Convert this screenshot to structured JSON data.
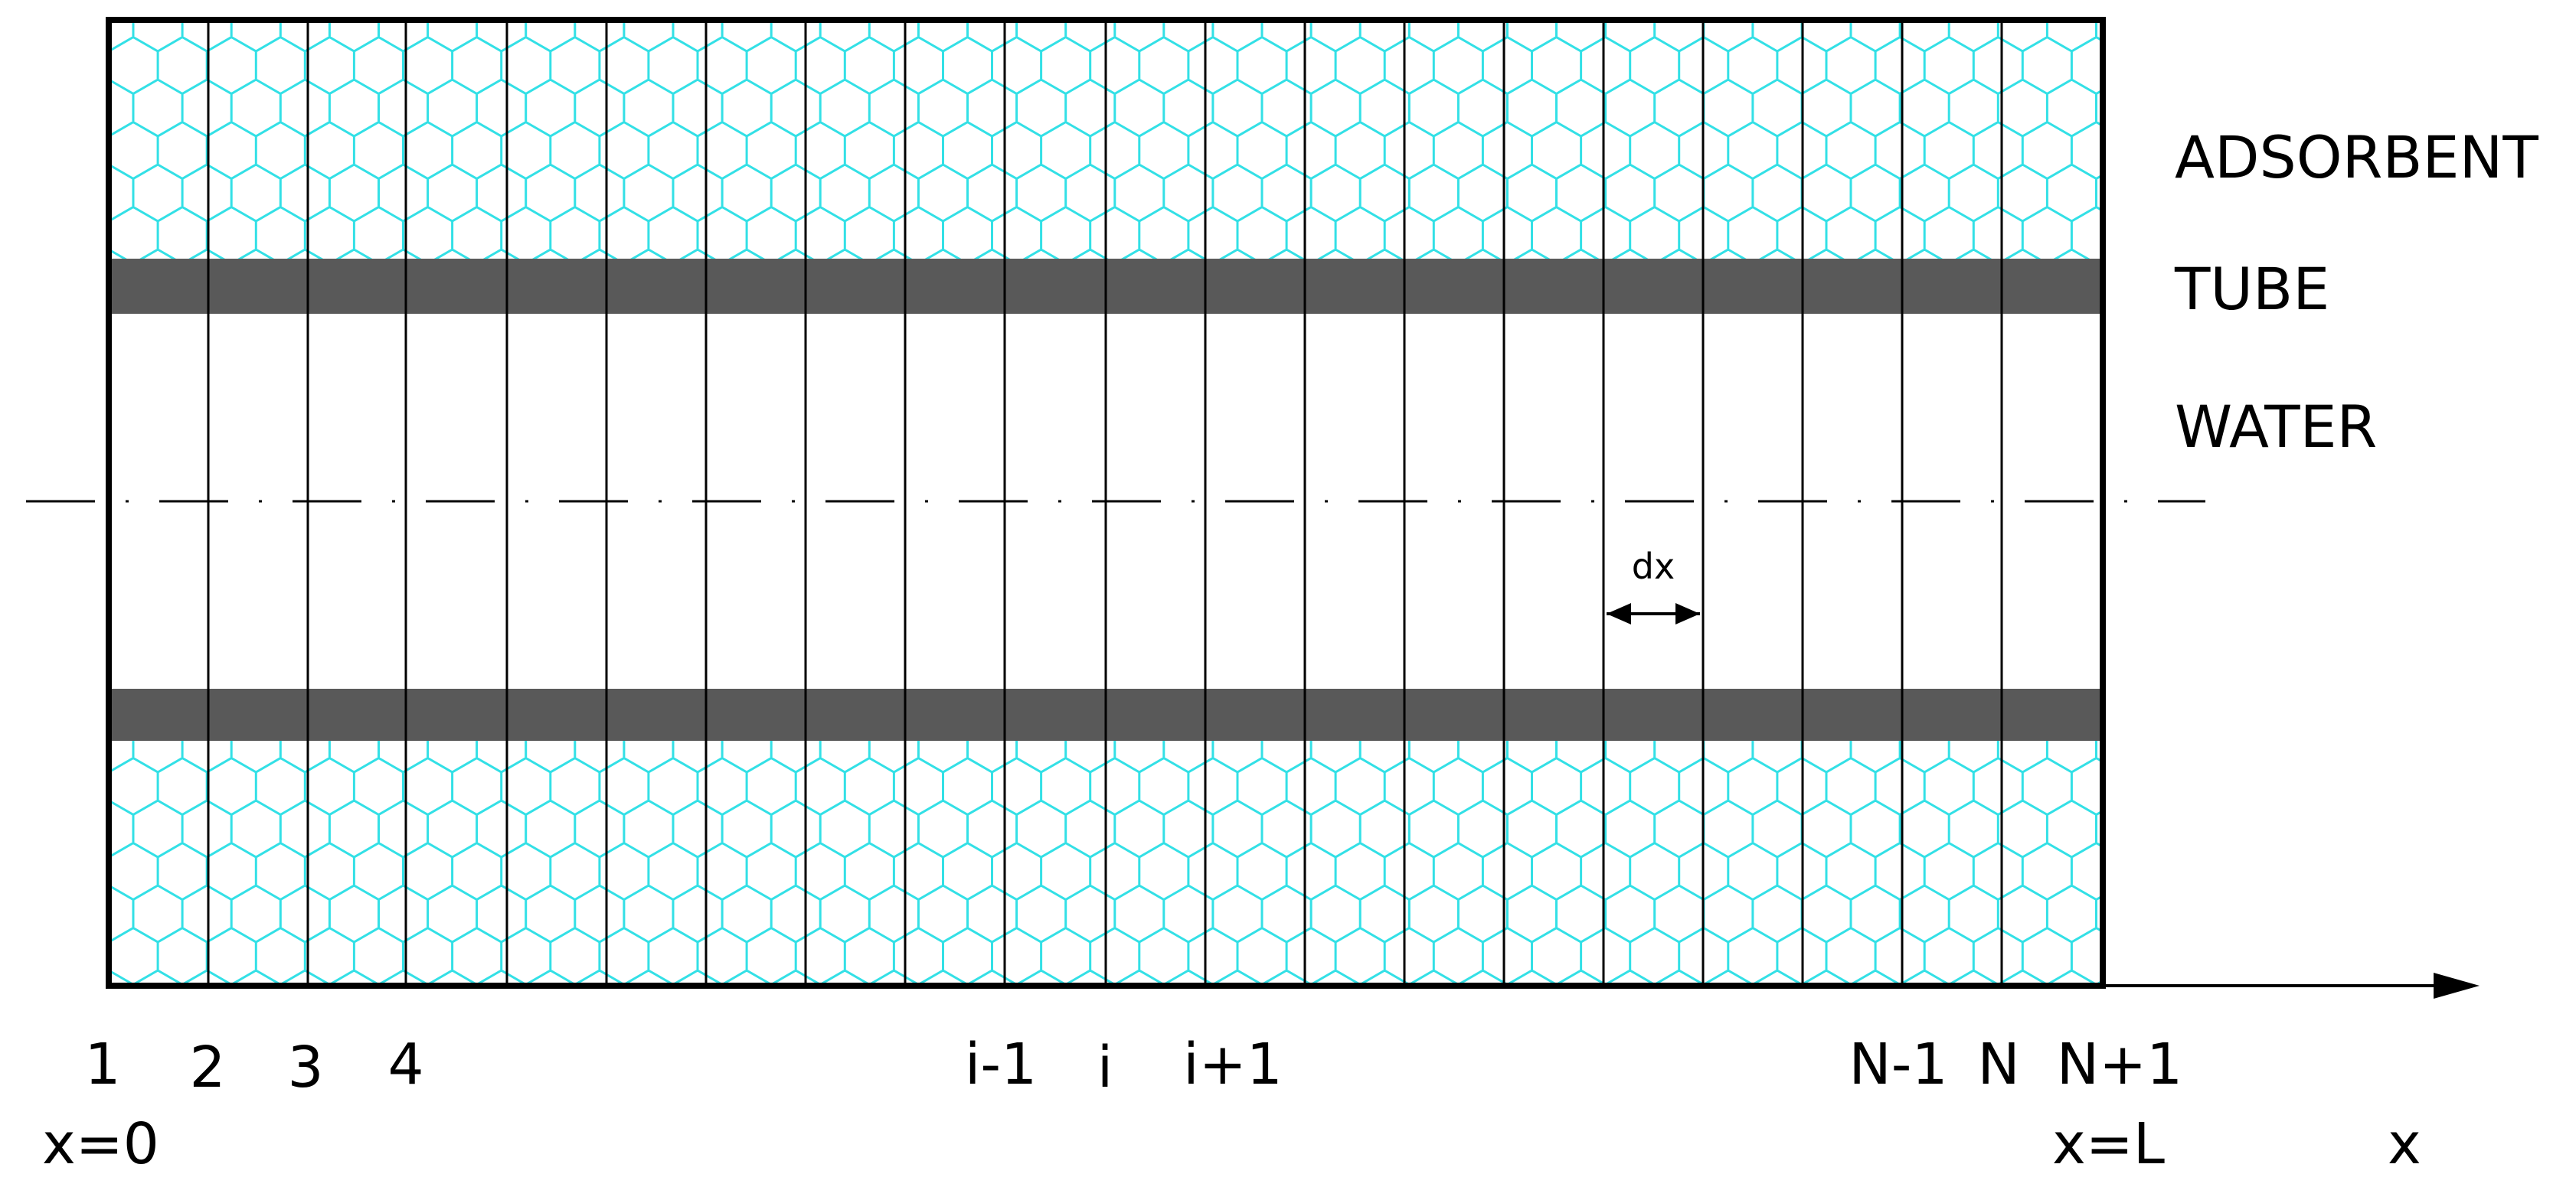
{
  "layers": {
    "adsorbent": "ADSORBENT",
    "tube": "TUBE",
    "water": "WATER"
  },
  "dx_label": "dx",
  "node_labels": [
    "1",
    "2",
    "3",
    "4",
    "i-1",
    "i",
    "i+1",
    "N-1",
    "N",
    "N+1"
  ],
  "boundary_labels": {
    "start": "x=0",
    "end": "x=L"
  },
  "axis_label": "x",
  "colors": {
    "adsorbent_hex": "#33e0e6",
    "tube_wall": "#595959",
    "lines": "#000000",
    "background": "#ffffff"
  }
}
